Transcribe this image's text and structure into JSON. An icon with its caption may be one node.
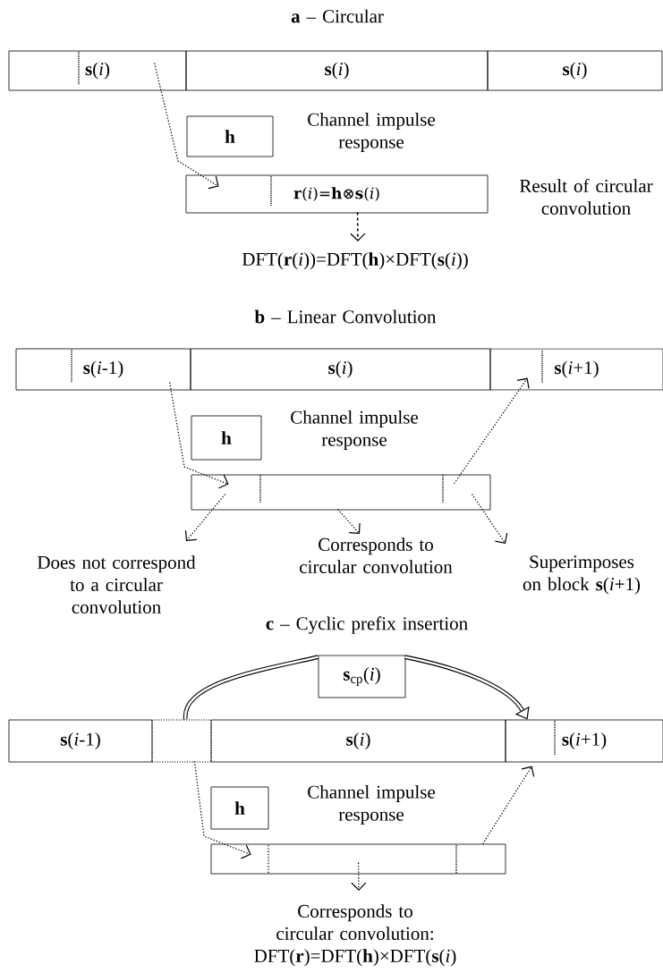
{
  "diagram": {
    "nodes": [
      {
        "text": [
          "**s**(*i*)"
        ]
      },
      {
        "text": [
          "**s**(*i*)"
        ]
      },
      {
        "text": [
          "**s**(*i*)"
        ]
      },
      {
        "text": [
          "**h**"
        ]
      },
      {
        "text": [
          "**r**(*i*)=**h**⊗**s**(*i*)"
        ],
        "beside": [
          "Result of circular convolution"
        ]
      },
      {
        "text": [
          "DFT(**r**(*i*))=DFT(**h**)×DFT(**s**(*i*))"
        ]
      },
      {
        "text": [
          "**s**(*i*-1)"
        ]
      },
      {
        "text": [
          "**s**(*i*)"
        ]
      },
      {
        "text": [
          "**s**(*i*+1)"
        ]
      },
      {
        "text": [
          "**h**"
        ]
      },
      {
        "text": [],
        "shape": "box"
      },
      {
        "text": [
          "Does not correspond to a circular convolution"
        ]
      },
      {
        "text": [
          "Corresponds to circular convolution"
        ]
      },
      {
        "text": [
          "Superimposes on block **s**(*i*+1)"
        ]
      },
      {
        "text": [
          "**s**(*i*-1)"
        ]
      },
      {
        "text": [],
        "shape": "box"
      },
      {
        "text": [
          "**s**(*i*)"
        ]
      },
      {
        "text": [
          "**s**(*i*+1)"
        ]
      },
      {
        "text": [
          "**s**$_{cp}$(*i*)"
        ]
      },
      {
        "text": [
          "**h**"
        ]
      },
      {
        "text": [],
        "shape": "box"
      },
      {
        "text": [
          "Corresponds to circular convolution:",
          "DFT(**r**)=DFT(**h**)×DFT(**s**(*i*)"
        ]
      }
    ],
    "edges": [
      {
        "from": 0,
        "to": 4,
        "arrow": "to",
        "style": "dashed"
      },
      {
        "from": 4,
        "to": 5,
        "arrow": "to",
        "style": "dashed"
      },
      {
        "from": 6,
        "to": 10,
        "arrow": "to",
        "style": "dashed"
      },
      {
        "from": 10,
        "to": 8,
        "arrow": "to",
        "style": "dashed"
      },
      {
        "from": 10,
        "to": 11,
        "arrow": "to",
        "style": "dashed"
      },
      {
        "from": 10,
        "to": 12,
        "arrow": "to",
        "style": "dashed"
      },
      {
        "from": 10,
        "to": 13,
        "arrow": "to",
        "style": "dashed"
      },
      {
        "from": 15,
        "to": 18,
        "arrow": "none",
        "style": "thick"
      },
      {
        "from": 18,
        "to": 17,
        "arrow": "to",
        "style": "thick"
      },
      {
        "from": 15,
        "to": 20,
        "arrow": "to",
        "style": "dashed"
      },
      {
        "from": 20,
        "to": 17,
        "arrow": "to",
        "style": "dashed"
      },
      {
        "from": 20,
        "to": 21,
        "arrow": "to",
        "style": "dashed"
      }
    ],
    "labels": [
      "**a** – Circular",
      "Channel impulse response",
      "**b** – Linear Convolution",
      "Channel impulse response",
      "**c** – Cyclic prefix insertion",
      "Channel impulse response"
    ]
  }
}
